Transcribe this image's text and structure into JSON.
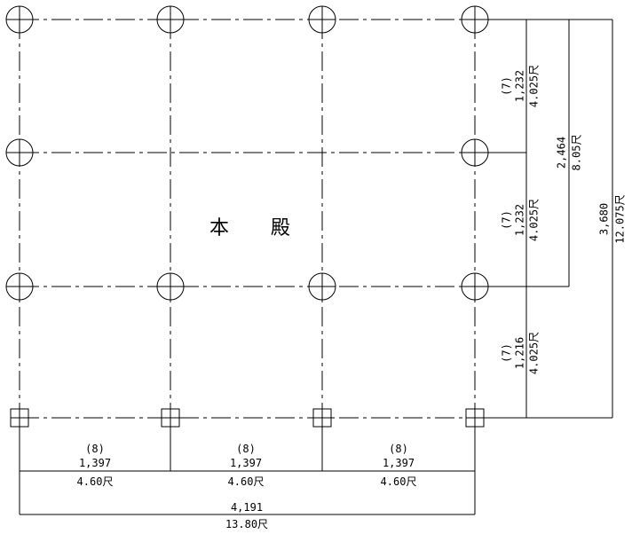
{
  "title": "本 殿",
  "horizontal": {
    "bays": [
      {
        "count": "(8)",
        "mm": "1,397",
        "shaku": "4.60尺"
      },
      {
        "count": "(8)",
        "mm": "1,397",
        "shaku": "4.60尺"
      },
      {
        "count": "(8)",
        "mm": "1,397",
        "shaku": "4.60尺"
      }
    ],
    "total": {
      "mm": "4,191",
      "shaku": "13.80尺"
    }
  },
  "vertical": {
    "bays": [
      {
        "count": "(7)",
        "mm": "1,232",
        "shaku": "4.025尺"
      },
      {
        "count": "(7)",
        "mm": "1,232",
        "shaku": "4.025尺"
      },
      {
        "count": "(7)",
        "mm": "1,216",
        "shaku": "4.025尺"
      }
    ],
    "subtotal": {
      "mm": "2,464",
      "shaku": "8.05尺"
    },
    "total": {
      "mm": "3,680",
      "shaku": "12.075尺"
    }
  }
}
